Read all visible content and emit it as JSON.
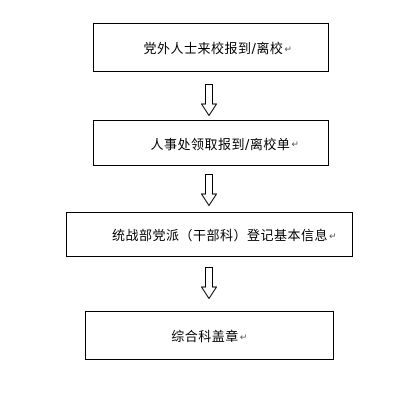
{
  "flowchart": {
    "steps": [
      {
        "label": "党外人士来校报到/离校"
      },
      {
        "label": "人事处领取报到/离校单"
      },
      {
        "label": "统战部党派（干部科）登记基本信息"
      },
      {
        "label": "综合科盖章"
      }
    ],
    "paragraph_mark": "↵"
  }
}
